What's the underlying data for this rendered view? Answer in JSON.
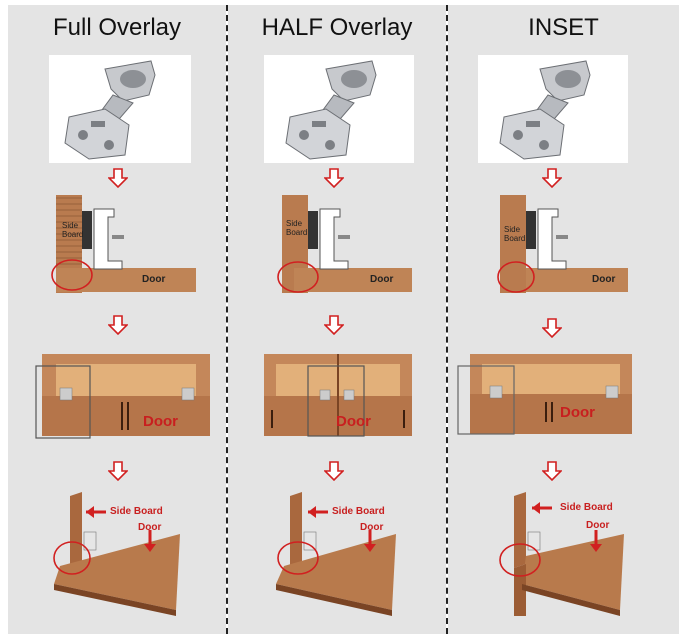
{
  "columns": [
    {
      "id": "full",
      "title": "Full Overlay",
      "side_board_small": "Side\nBoard",
      "door_small": "Door",
      "door_cabinet": "Door",
      "side_board_label": "Side Board",
      "door_label": "Door"
    },
    {
      "id": "half",
      "title": "HALF Overlay",
      "side_board_small": "Side\nBoard",
      "door_small": "Door",
      "door_cabinet": "Door",
      "side_board_label": "Side Board",
      "door_label": "Door"
    },
    {
      "id": "inset",
      "title": "INSET",
      "side_board_small": "Side\nBoard",
      "door_small": "Door",
      "door_cabinet": "Door",
      "side_board_label": "Side Board",
      "door_label": "Door"
    }
  ],
  "colors": {
    "panel_bg": "#e4e4e4",
    "wood_light": "#c99263",
    "wood_mid": "#b67447",
    "wood_dark": "#8a4e2b",
    "accent_red": "#c81f1f",
    "metal": "#b9bcc1"
  }
}
